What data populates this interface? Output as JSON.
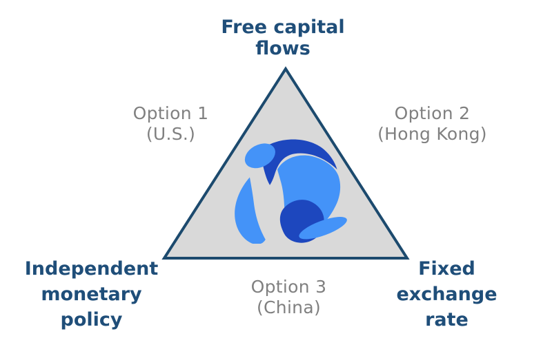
{
  "diagram": {
    "name": "impossible-trinity-trilemma",
    "vertex_top": {
      "lines": [
        "Free capital",
        "flows"
      ]
    },
    "vertex_bottom_left": {
      "lines": [
        "Independent",
        "monetary",
        "policy"
      ]
    },
    "vertex_bottom_right": {
      "lines": [
        "Fixed",
        "exchange",
        "rate"
      ]
    },
    "options": [
      {
        "title": "Option 1",
        "subtitle": "(U.S.)"
      },
      {
        "title": "Option 2",
        "subtitle": "(Hong Kong)"
      },
      {
        "title": "Option 3",
        "subtitle": "(China)"
      }
    ],
    "center_icon": "terra-luna-globe-logo",
    "colors": {
      "vertex_text": "#1F4E79",
      "option_text": "#808080",
      "triangle_fill": "#D9D9D9",
      "triangle_border": "#1C4A6E",
      "logo_light_blue": "#4493F8",
      "logo_dark_blue": "#1D47BE",
      "background": "#FFFFFF"
    }
  }
}
